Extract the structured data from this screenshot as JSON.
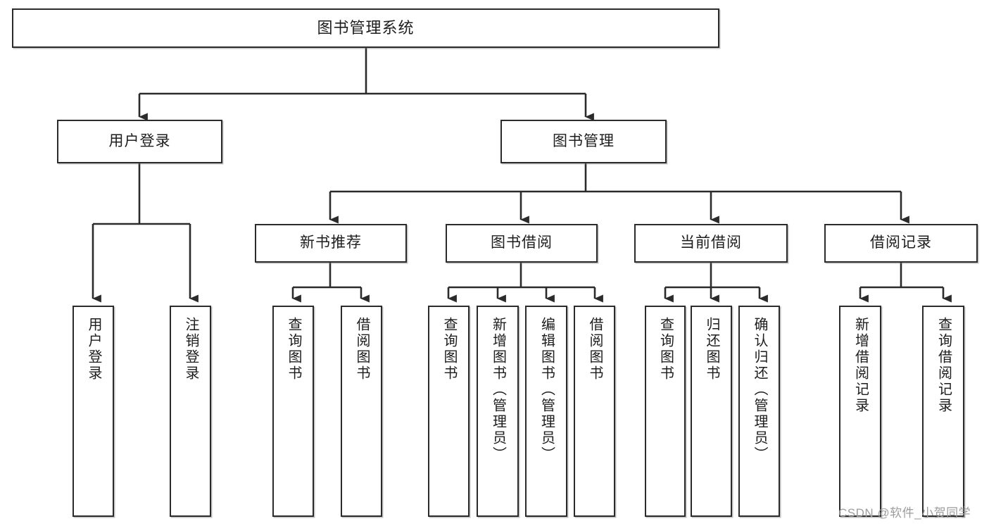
{
  "diagram": {
    "title": "图书管理系统",
    "watermark": "CSDN @软件_小贺同学",
    "colors": {
      "background": "#ffffff",
      "node_border": "#2b2b2b",
      "node_fill": "#ffffff",
      "edge": "#2b2b2b",
      "text": "#1d1d1d",
      "watermark": "#9d9d9d"
    },
    "nodes": {
      "root": {
        "label": "图书管理系统"
      },
      "level2": [
        {
          "label": "用户登录"
        },
        {
          "label": "图书管理"
        }
      ],
      "level3": [
        {
          "label": "新书推荐"
        },
        {
          "label": "图书借阅"
        },
        {
          "label": "当前借阅"
        },
        {
          "label": "借阅记录"
        }
      ],
      "leaves": [
        {
          "label": "用户登录"
        },
        {
          "label": "注销登录"
        },
        {
          "label": "查询图书"
        },
        {
          "label": "借阅图书"
        },
        {
          "label": "查询图书"
        },
        {
          "label": "新增图书（管理员）"
        },
        {
          "label": "编辑图书（管理员）"
        },
        {
          "label": "借阅图书"
        },
        {
          "label": "查询图书"
        },
        {
          "label": "归还图书"
        },
        {
          "label": "确认归还（管理员）"
        },
        {
          "label": "新增借阅记录"
        },
        {
          "label": "查询借阅记录"
        }
      ]
    }
  }
}
